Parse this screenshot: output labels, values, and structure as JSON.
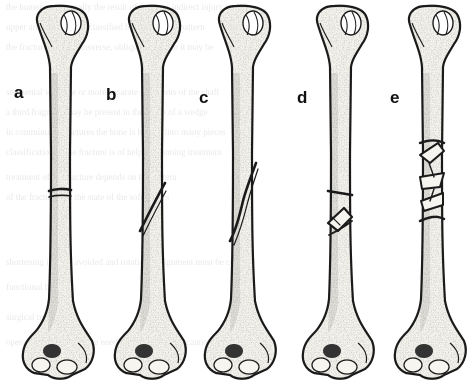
{
  "figure": {
    "panels": [
      {
        "label": "a",
        "fracture_type": "transverse"
      },
      {
        "label": "b",
        "fracture_type": "oblique"
      },
      {
        "label": "c",
        "fracture_type": "spiral"
      },
      {
        "label": "d",
        "fracture_type": "butterfly fragment"
      },
      {
        "label": "e",
        "fracture_type": "comminuted"
      }
    ],
    "colors": {
      "ink": "#1a1a1a",
      "bone": "#f7f5ef",
      "stipple": "#2b2b2b",
      "paper": "#ffffff"
    },
    "bleed_through_text": [
      "the humerus are usually the result of direct or indirect injury to the",
      "upper arm and may be classified by the fracture pattern",
      "the fracture line is transverse, oblique, spiral, or it may be",
      "segmental with one or more separate fragments of the shaft",
      "a third fragment may be present in the shape of a wedge",
      "in comminuted fractures the bone is broken into many pieces",
      "classification of the fracture is of help in planning treatment",
      "treatment of the fracture depends on the pattern",
      "of the fracture and the state of the soft tissues",
      "shortening is to be avoided and rotational alignment must be correct",
      "functional bracing",
      "surgical treatment",
      "operative fixation may be needed when reduction cannot be maintained"
    ]
  }
}
